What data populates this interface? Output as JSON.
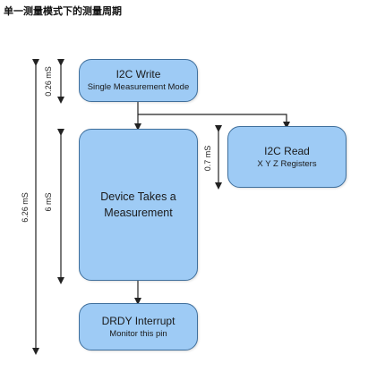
{
  "title": "单一测量模式下的测量周期",
  "boxes": {
    "write": {
      "line1": "I2C Write",
      "line2": "Single Measurement Mode"
    },
    "measure": {
      "line1": "Device Takes a",
      "line2": "Measurement"
    },
    "read": {
      "line1": "I2C Read",
      "line2": "X Y Z Registers"
    },
    "drdy": {
      "line1": "DRDY Interrupt",
      "line2": "Monitor this pin"
    }
  },
  "timings": {
    "total": "6.26 mS",
    "write": "0.26 mS",
    "measure": "6 mS",
    "read": "0.7 mS"
  },
  "colors": {
    "box_fill": "#9ecbf5",
    "box_border": "#3f6f9c",
    "line": "#222222"
  }
}
